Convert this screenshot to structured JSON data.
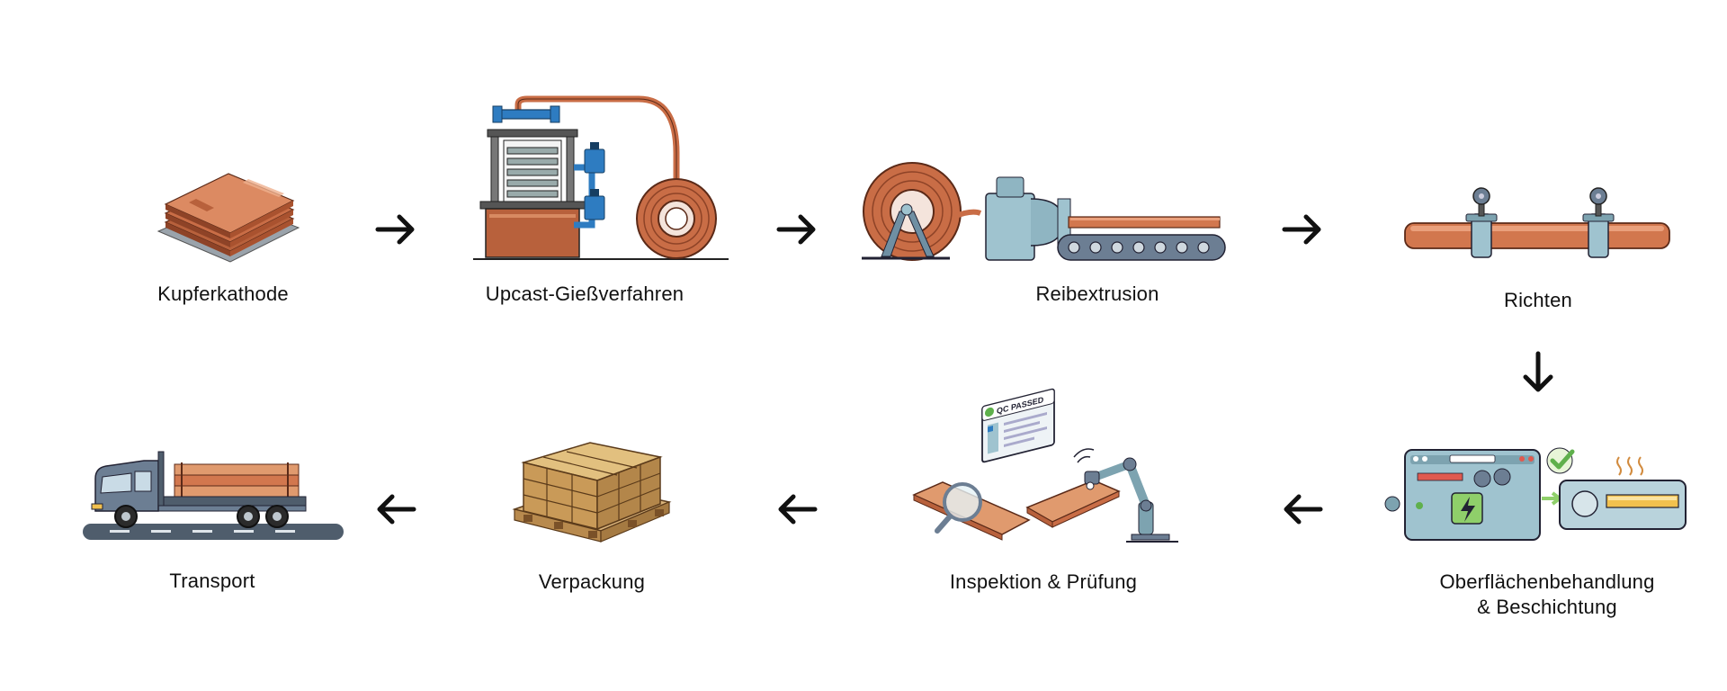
{
  "steps": [
    {
      "label": "Kupferkathode"
    },
    {
      "label": "Upcast-Gießverfahren"
    },
    {
      "label": "Reibextrusion"
    },
    {
      "label": "Richten"
    },
    {
      "label": "Oberflächenbehandlung",
      "label2": "& Beschichtung"
    },
    {
      "label": "Inspektion & Prüfung",
      "badge": "QC PASSED"
    },
    {
      "label": "Verpackung"
    },
    {
      "label": "Transport"
    }
  ],
  "icons": {
    "step1": "copper-cathode-stack-icon",
    "step2": "upcast-furnace-icon",
    "step3": "friction-extrusion-machine-icon",
    "step4": "straightening-rollers-icon",
    "step5": "surface-treatment-line-icon",
    "step6": "inspection-robot-icon",
    "step7": "wooden-crate-pallet-icon",
    "step8": "flatbed-truck-icon",
    "arrows": "arrow-icon"
  },
  "colors": {
    "copper": "#D2774E",
    "copper_dark": "#8E4327",
    "steel": "#9FC3CF",
    "blue": "#2E7CC1",
    "wood": "#C99A58",
    "truck": "#6C7E93",
    "line": "#232323"
  }
}
